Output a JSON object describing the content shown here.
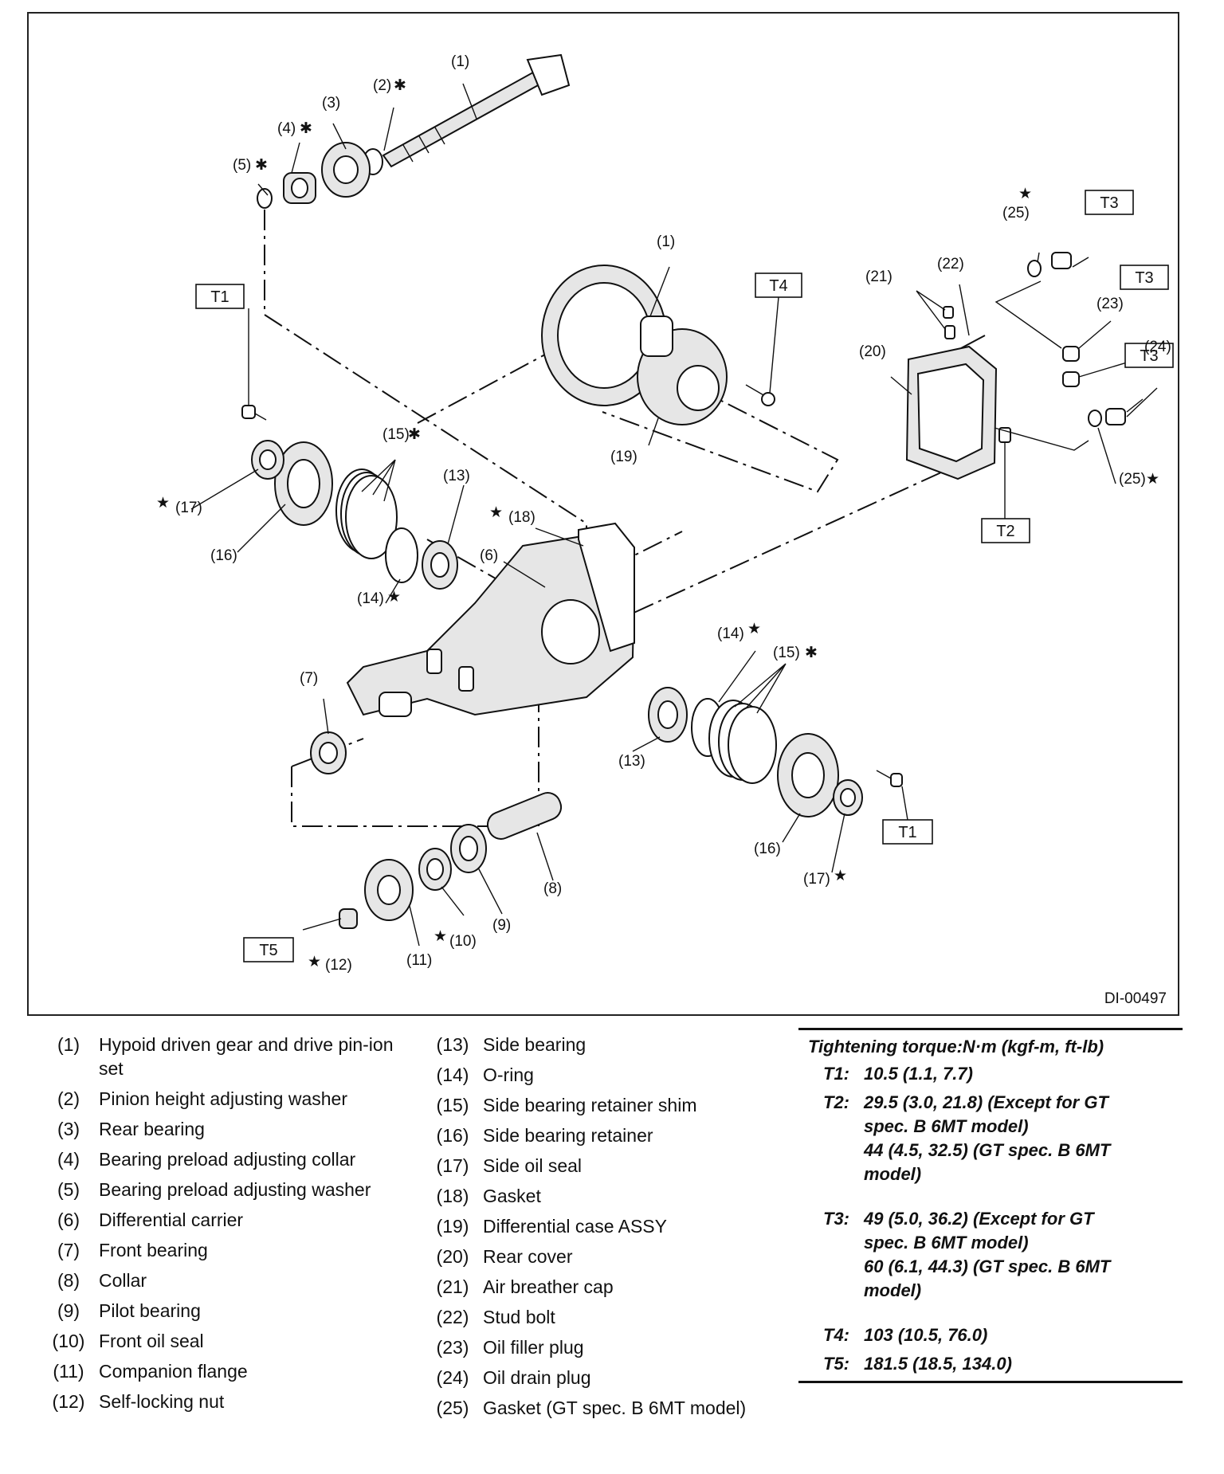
{
  "diagram": {
    "code": "DI-00497",
    "callouts": {
      "c1a": "(1)",
      "c2": "(2)",
      "c3": "(3)",
      "c4": "(4)",
      "c5": "(5)",
      "c1b": "(1)",
      "c19": "(19)",
      "c25a": "(25)",
      "c25b": "(25)",
      "c21": "(21)",
      "c22": "(22)",
      "c20": "(20)",
      "c23": "(23)",
      "c24": "(24)",
      "c15a": "(15)",
      "c13a": "(13)",
      "c17a": "(17)",
      "c16a": "(16)",
      "c18": "(18)",
      "c6": "(6)",
      "c14a": "(14)",
      "c14b": "(14)",
      "c15b": "(15)",
      "c7": "(7)",
      "c13b": "(13)",
      "c16b": "(16)",
      "c17b": "(17)",
      "c8": "(8)",
      "c9": "(9)",
      "c10": "(10)",
      "c11": "(11)",
      "c12": "(12)"
    },
    "torque_tags": {
      "t1a": "T1",
      "t1b": "T1",
      "t2": "T2",
      "t3a": "T3",
      "t3b": "T3",
      "t3c": "T3",
      "t4": "T4",
      "t5": "T5"
    },
    "symbols": {
      "replace": "★",
      "select": "✱"
    }
  },
  "legend": {
    "left": [
      {
        "num": "(1)",
        "text": "Hypoid driven gear and drive pin-ion set"
      },
      {
        "num": "(2)",
        "text": "Pinion height adjusting washer"
      },
      {
        "num": "(3)",
        "text": "Rear bearing"
      },
      {
        "num": "(4)",
        "text": "Bearing preload adjusting collar"
      },
      {
        "num": "(5)",
        "text": "Bearing preload adjusting washer"
      },
      {
        "num": "(6)",
        "text": "Differential carrier"
      },
      {
        "num": "(7)",
        "text": "Front bearing"
      },
      {
        "num": "(8)",
        "text": "Collar"
      },
      {
        "num": "(9)",
        "text": "Pilot bearing"
      },
      {
        "num": "(10)",
        "text": "Front oil seal"
      },
      {
        "num": "(11)",
        "text": "Companion flange"
      },
      {
        "num": "(12)",
        "text": "Self-locking nut"
      }
    ],
    "mid": [
      {
        "num": "(13)",
        "text": "Side bearing"
      },
      {
        "num": "(14)",
        "text": "O-ring"
      },
      {
        "num": "(15)",
        "text": "Side bearing retainer shim"
      },
      {
        "num": "(16)",
        "text": "Side bearing retainer"
      },
      {
        "num": "(17)",
        "text": "Side oil seal"
      },
      {
        "num": "(18)",
        "text": "Gasket"
      },
      {
        "num": "(19)",
        "text": "Differential case ASSY"
      },
      {
        "num": "(20)",
        "text": "Rear cover"
      },
      {
        "num": "(21)",
        "text": "Air breather cap"
      },
      {
        "num": "(22)",
        "text": "Stud bolt"
      },
      {
        "num": "(23)",
        "text": "Oil filler plug"
      },
      {
        "num": "(24)",
        "text": "Oil drain plug"
      },
      {
        "num": "(25)",
        "text": "Gasket (GT spec. B 6MT model)"
      }
    ]
  },
  "torque": {
    "title": "Tightening torque:N·m (kgf-m, ft-lb)",
    "t1": {
      "key": "T1:",
      "l1": "10.5 (1.1, 7.7)"
    },
    "t2": {
      "key": "T2:",
      "l1": "29.5 (3.0, 21.8) (Except for GT",
      "l2": "spec. B 6MT model)",
      "l3": "44 (4.5, 32.5) (GT spec. B 6MT",
      "l4": "model)"
    },
    "t3": {
      "key": "T3:",
      "l1": "49 (5.0, 36.2) (Except for GT",
      "l2": "spec. B 6MT model)",
      "l3": "60 (6.1, 44.3) (GT spec. B 6MT",
      "l4": "model)"
    },
    "t4": {
      "key": "T4:",
      "l1": "103 (10.5, 76.0)"
    },
    "t5": {
      "key": "T5:",
      "l1": "181.5 (18.5, 134.0)"
    }
  }
}
